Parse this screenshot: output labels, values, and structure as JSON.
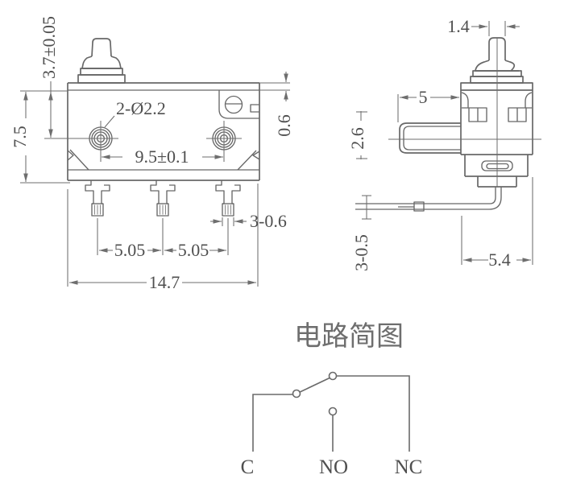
{
  "colors": {
    "line": "#686868",
    "text": "#4f4f4f",
    "background": "#ffffff"
  },
  "front_view": {
    "dim_plunger_height": "3.7±0.05",
    "dim_body_height": "7.5",
    "hole_callout": "2-Ø2.2",
    "dim_hole_spacing": "9.5±0.1",
    "dim_cover_step": "0.6",
    "dim_terminal_width": "3-0.6",
    "dim_pin_pitch_left": "5.05",
    "dim_pin_pitch_right": "5.05",
    "dim_overall_width": "14.7"
  },
  "side_view": {
    "dim_plunger_dia": "1.4",
    "dim_lever_length": "5",
    "dim_lever_height": "2.6",
    "dim_terminal_thickness": "3-0.5",
    "dim_overall_depth": "5.4"
  },
  "circuit": {
    "title": "电路简图",
    "label_common": "C",
    "label_normally_open": "NO",
    "label_normally_closed": "NC"
  }
}
